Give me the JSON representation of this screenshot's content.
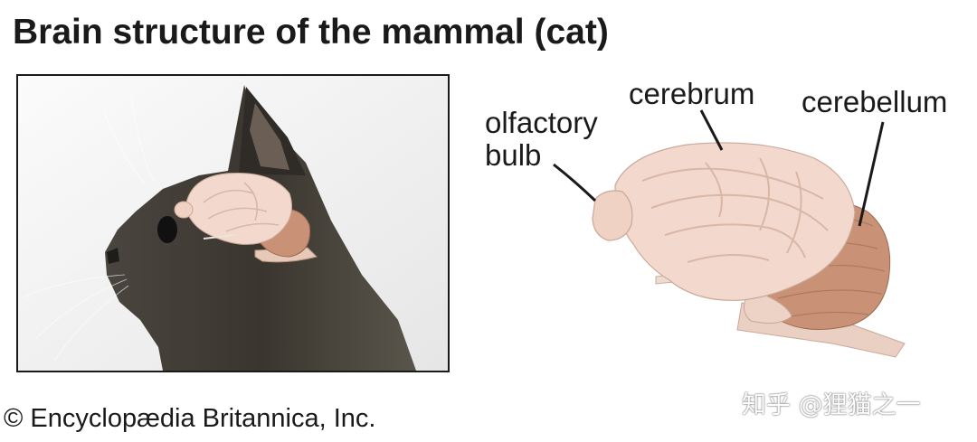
{
  "title": "Brain structure of the mammal (cat)",
  "labels": {
    "olfactory_line1": "olfactory",
    "olfactory_line2": "bulb",
    "cerebrum": "cerebrum",
    "cerebellum": "cerebellum"
  },
  "copyright": "© Encyclopædia Britannica, Inc.",
  "watermark": "知乎 @狸猫之一",
  "colors": {
    "cerebrum": "#f3d9cd",
    "cerebellum": "#c99277",
    "fur": "#3b3833",
    "leader_line": "#1a1a1a"
  }
}
